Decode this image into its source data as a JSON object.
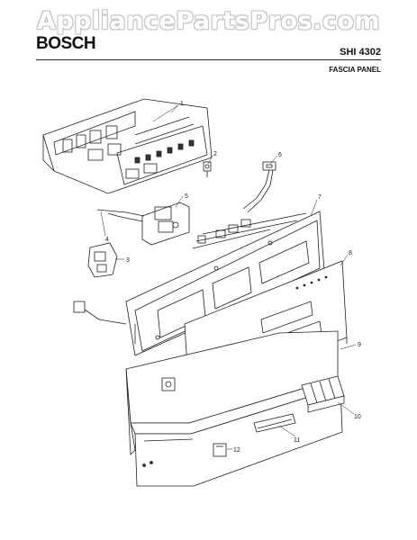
{
  "watermark": "AppliancePartsPros.com",
  "brand": "BOSCH",
  "model": "SHI 4302",
  "section_title": "FASCIA PANEL",
  "callouts": [
    "1",
    "2",
    "3",
    "4",
    "5",
    "6",
    "7",
    "8",
    "9",
    "10",
    "11",
    "12"
  ]
}
